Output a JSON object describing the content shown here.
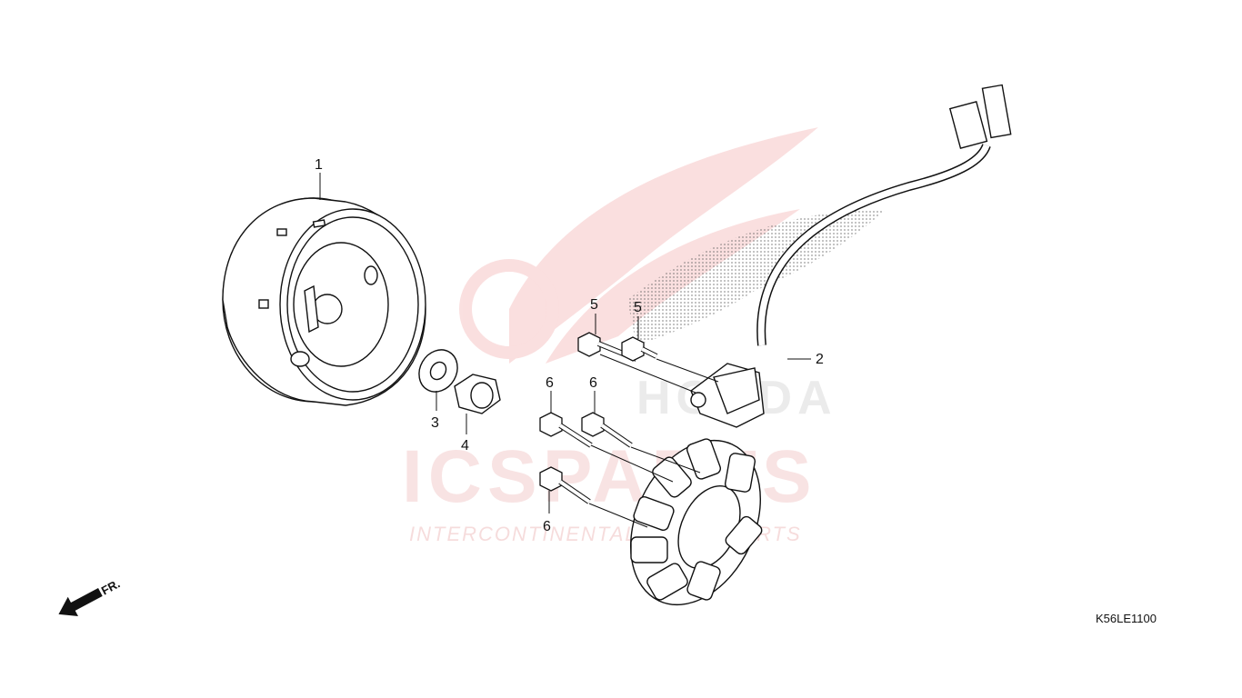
{
  "diagram": {
    "code": "K56LE1100",
    "front_marker": "FR.",
    "callouts": {
      "flywheel": "1",
      "stator_wire": "2",
      "washer": "3",
      "nut": "4",
      "bolt_a": "5",
      "bolt_b": "5",
      "bolt_c": "6",
      "bolt_d": "6",
      "bolt_e": "6"
    }
  },
  "watermark": {
    "brand_large": "ICSPARTS",
    "brand_tagline": "INTERCONTINENTAL SPARE PARTS",
    "oem_logo_text": "HONDA"
  }
}
